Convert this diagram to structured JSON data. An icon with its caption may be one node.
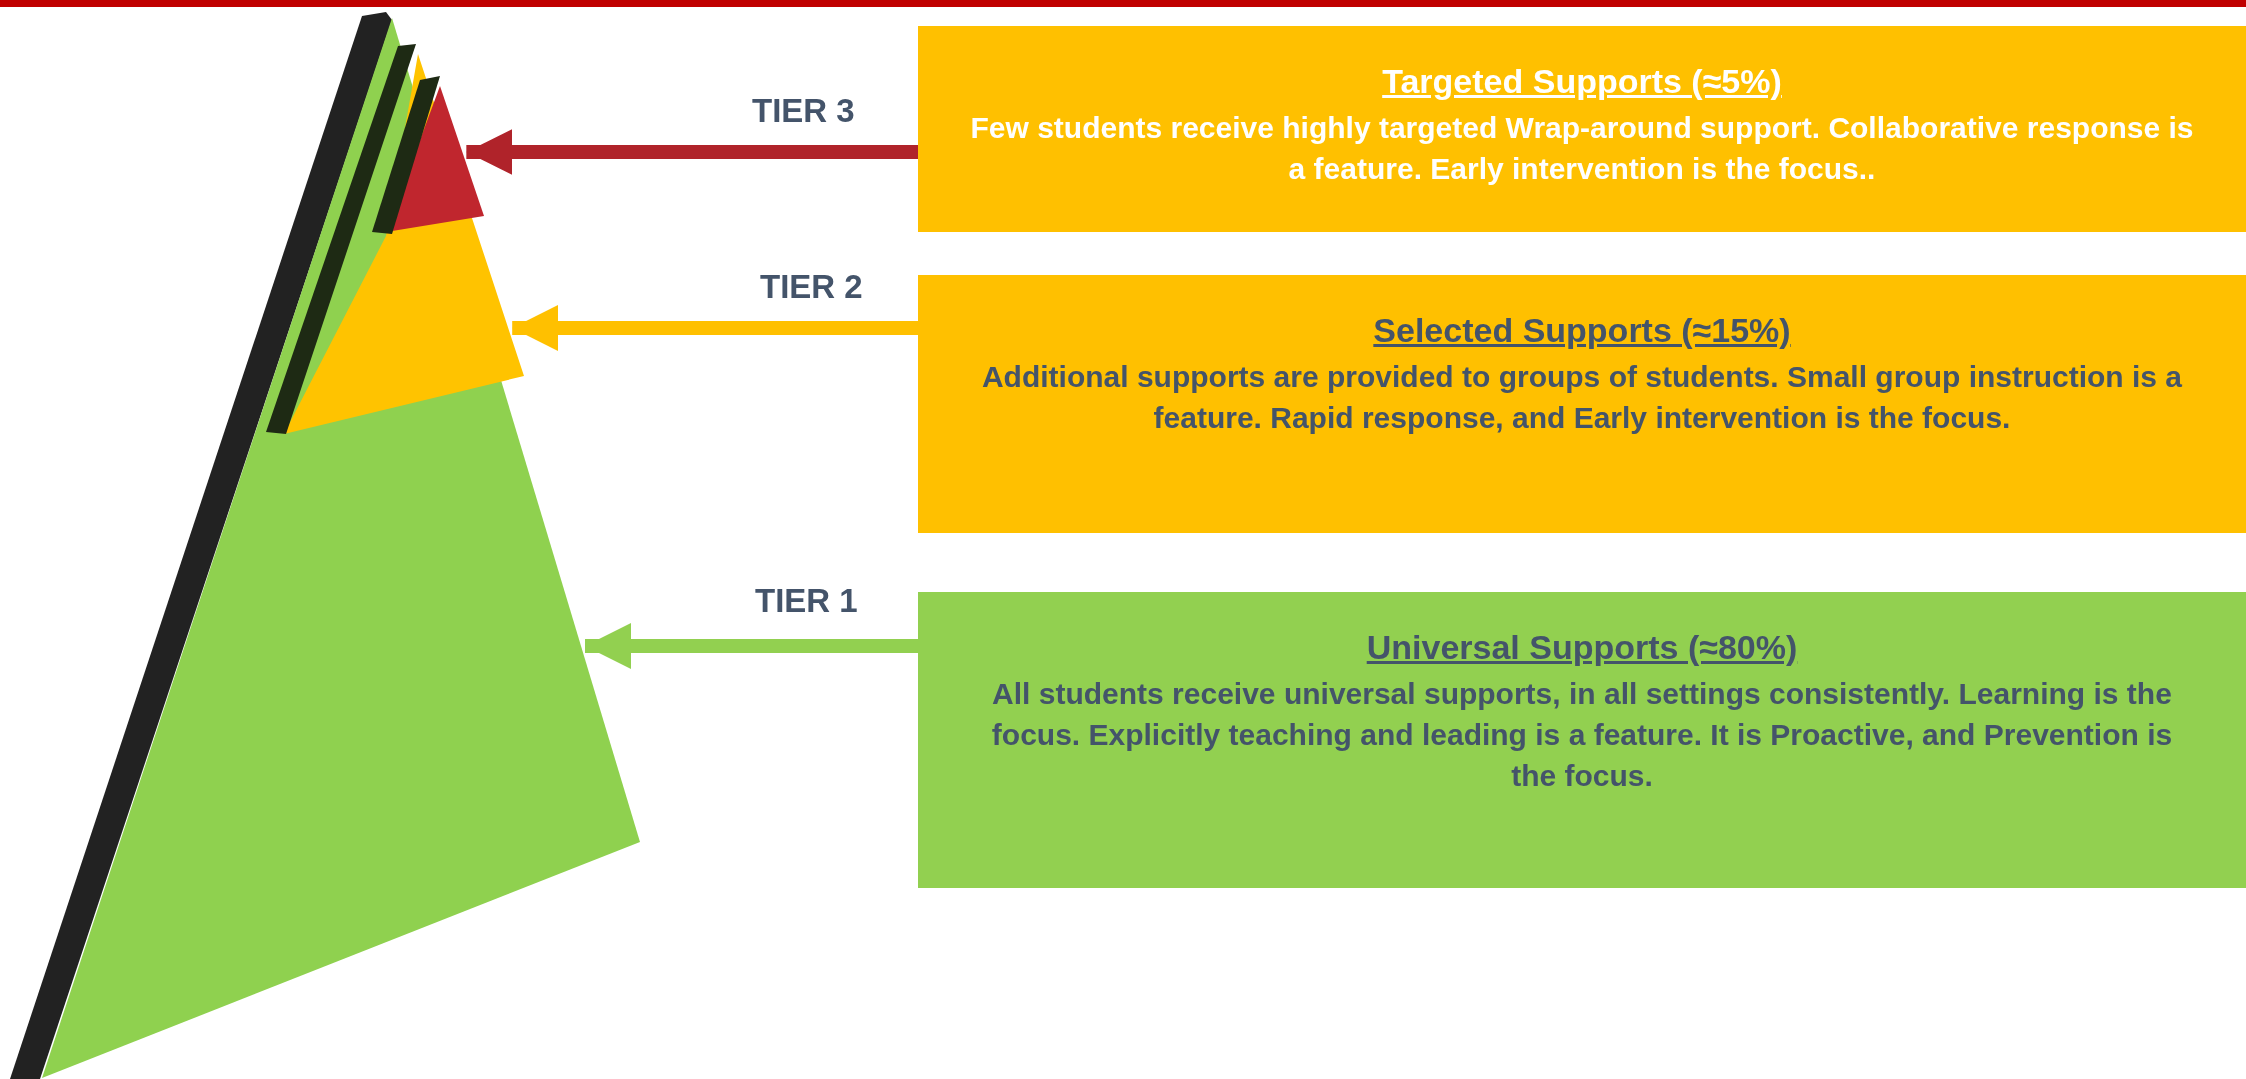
{
  "diagram": {
    "nodes": [
      {
        "text": [],
        "shape": "triangle",
        "in": 1
      },
      {
        "text": [],
        "shape": "trapezoid",
        "in": 2
      },
      {
        "text": [],
        "shape": "triangle"
      },
      {
        "text": [
          "Targeted Supports (≈5%)",
          "Few students receive highly targeted Wrap-around support. Collaborative response is a feature. Early intervention is the focus.."
        ]
      },
      {
        "text": [
          "Selected Supports (≈15%)",
          "Additional supports are provided to groups of students. Small group instruction is a feature. Rapid response, and Early intervention is the focus."
        ]
      },
      {
        "text": [
          "Universal Supports (≈80%)",
          "All students receive universal supports, in all settings consistently. Learning is the focus. Explicitly teaching and leading is a feature. It is Proactive, and Prevention is the focus."
        ]
      }
    ],
    "edges": [
      {
        "from": 3,
        "to": 0,
        "arrow": "to",
        "label": "TIER 3",
        "color": "#b0232a"
      },
      {
        "from": 4,
        "to": 1,
        "arrow": "to",
        "label": "TIER 2",
        "color": "#ffc000"
      },
      {
        "from": 5,
        "to": 2,
        "arrow": "to",
        "label": "TIER 1",
        "color": "#92d050"
      }
    ]
  }
}
